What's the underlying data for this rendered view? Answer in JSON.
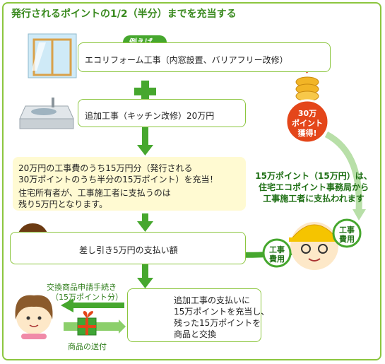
{
  "title": "発行されるポイントの1/2（半分）までを充当する",
  "example_tag": "例えば…",
  "step1": "エコリフォーム工事（内窓設置、バリアフリー改修）",
  "step2": "追加工事（キッチン改修）20万円",
  "note": {
    "line1": "20万円の工事費のうち15万円分（発行される",
    "line2": "30万ポイントのうち半分の15万ポイント）を充当！",
    "line3": "住宅所有者が、工事施工者に支払うのは",
    "line4": "残り5万円となります。"
  },
  "step3": "差し引き5万円の支払い額",
  "step4": {
    "line1": "追加工事の支払いに",
    "line2": "15万ポイントを充当し、",
    "line3": "残った15万ポイントを",
    "line4": "商品と交換"
  },
  "coin": {
    "line1": "30万",
    "line2": "ポイント",
    "line3": "獲得!"
  },
  "side_text": {
    "line1": "15万ポイント（15万円）は、",
    "line2": "住宅エコポイント事務局から",
    "line3": "工事施工者に支払われます"
  },
  "cost_tag_1": {
    "line1": "工事",
    "line2": "費用"
  },
  "cost_tag_2": {
    "line1": "工事",
    "line2": "費用"
  },
  "exchange_label": {
    "line1": "交換商品申請手続き",
    "line2": "（15万ポイント分）"
  },
  "delivery_label": "商品の送付",
  "colors": {
    "border": "#8cc63f",
    "arrow": "#46a72e",
    "accent": "#e4461a",
    "note_bg": "#fffad2"
  }
}
